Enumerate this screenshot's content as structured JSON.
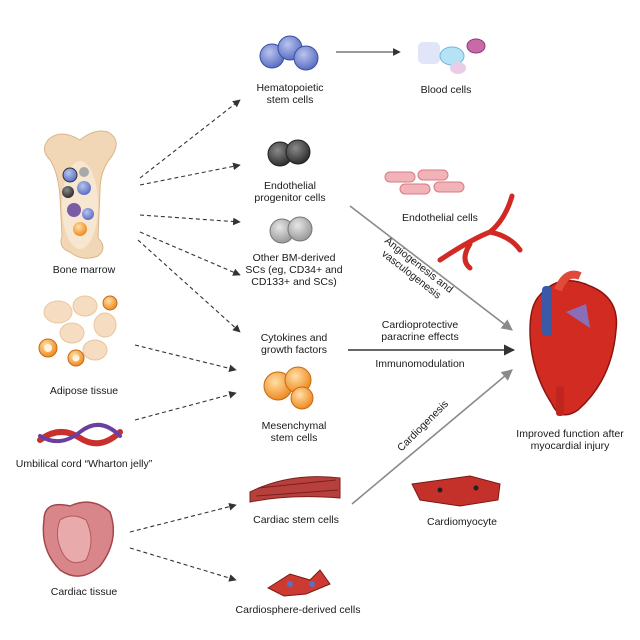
{
  "sources": {
    "bone_marrow": "Bone marrow",
    "adipose_tissue": "Adipose tissue",
    "umbilical_cord": "Umbilical cord “Wharton jelly”",
    "cardiac_tissue": "Cardiac tissue"
  },
  "cells": {
    "hematopoietic": [
      "Hematopoietic",
      "stem cells"
    ],
    "endothelial_progenitor": [
      "Endothelial",
      "progenitor cells"
    ],
    "other_bm": [
      "Other BM-derived",
      "SCs (eg, CD34+ and",
      "CD133+ and SCs)"
    ],
    "cytokines": [
      "Cytokines and",
      "growth factors"
    ],
    "mesenchymal": [
      "Mesenchymal",
      "stem cells"
    ],
    "cardiac_stem": "Cardiac stem cells",
    "cardiosphere": "Cardiosphere-derived cells"
  },
  "outcomes": {
    "blood_cells": "Blood cells",
    "endothelial_cells": "Endothelial cells",
    "cardiomyocyte": "Cardiomyocyte",
    "improved_function": [
      "Improved function after",
      "myocardial injury"
    ]
  },
  "mechanisms": {
    "angiogenesis": [
      "Angiogenesis and",
      "vasculogenesis"
    ],
    "cardioprotective": [
      "Cardioprotective",
      "paracrine effects"
    ],
    "immunomodulation": "Immunomodulation",
    "cardiogenesis": "Cardiogenesis"
  },
  "colors": {
    "arrow": "#333333",
    "blue_cell": "#5b6fc4",
    "dark_cell": "#3a3a3a",
    "gray_cell": "#9a9a9a",
    "orange_cell": "#ef8a23",
    "tissue_red": "#c8302c",
    "bone": "#f2d7b6",
    "fat": "#f6dcc0",
    "endo_pink": "#f1b3b8"
  }
}
